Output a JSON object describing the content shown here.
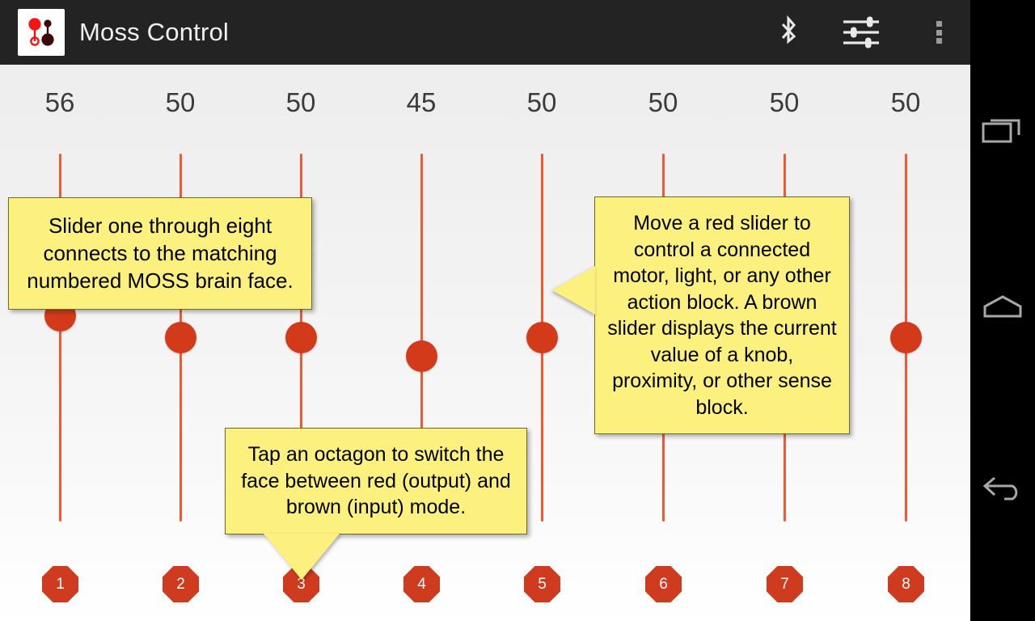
{
  "app": {
    "title": "Moss Control",
    "icon_name": "moss-app-icon",
    "actionbar": {
      "background": "#232323",
      "icons": [
        {
          "name": "bluetooth-icon",
          "label": "Bluetooth"
        },
        {
          "name": "tune-sliders-icon",
          "label": "Settings"
        },
        {
          "name": "overflow-menu-icon",
          "label": "More options"
        }
      ]
    }
  },
  "sliders": [
    {
      "index": 1,
      "value": "56",
      "face_label": "1",
      "mode": "red",
      "thumb_pct": 56
    },
    {
      "index": 2,
      "value": "50",
      "face_label": "2",
      "mode": "red",
      "thumb_pct": 50
    },
    {
      "index": 3,
      "value": "50",
      "face_label": "3",
      "mode": "red",
      "thumb_pct": 50
    },
    {
      "index": 4,
      "value": "45",
      "face_label": "4",
      "mode": "red",
      "thumb_pct": 45
    },
    {
      "index": 5,
      "value": "50",
      "face_label": "5",
      "mode": "red",
      "thumb_pct": 50
    },
    {
      "index": 6,
      "value": "50",
      "face_label": "6",
      "mode": "red",
      "thumb_pct": 50
    },
    {
      "index": 7,
      "value": "50",
      "face_label": "7",
      "mode": "red",
      "thumb_pct": 50
    },
    {
      "index": 8,
      "value": "50",
      "face_label": "8",
      "mode": "red",
      "thumb_pct": 50
    }
  ],
  "callouts": {
    "left": "Slider one through eight connects to the matching numbered MOSS brain face.",
    "right": "Move a red slider to control a connected motor, light, or any other action block. A brown slider displays the current value of a knob, proximity, or other sense block.",
    "bottom": "Tap an octagon to switch the face between red (output) and brown (input) mode."
  },
  "colors": {
    "accent_red": "#d23a19",
    "track_orange": "#ef5a33",
    "octagon_red": "#cf3b1e",
    "callout_yellow": "#fcf07e",
    "actionbar_dark": "#232323"
  },
  "navbar": {
    "buttons": [
      {
        "name": "recents-icon",
        "label": "Recent apps"
      },
      {
        "name": "home-icon",
        "label": "Home"
      },
      {
        "name": "back-icon",
        "label": "Back"
      }
    ]
  }
}
